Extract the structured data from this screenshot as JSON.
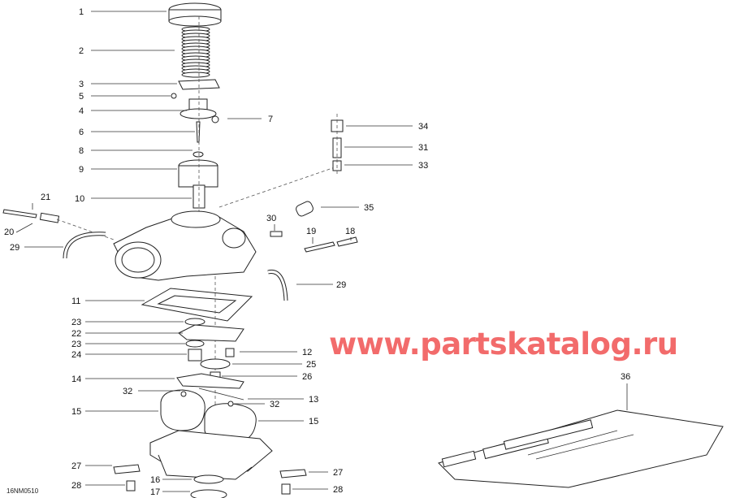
{
  "diagram": {
    "part_labels": [
      "1",
      "2",
      "3",
      "5",
      "4",
      "6",
      "7",
      "8",
      "9",
      "10",
      "34",
      "31",
      "33",
      "35",
      "30",
      "19",
      "18",
      "21",
      "20",
      "29",
      "29",
      "11",
      "23",
      "22",
      "23",
      "24",
      "12",
      "25",
      "26",
      "14",
      "32",
      "13",
      "32",
      "15",
      "15",
      "27",
      "27",
      "28",
      "28",
      "16",
      "17",
      "36"
    ],
    "figure_ref": "16NM0510",
    "watermark": "www.partskatalog.ru",
    "watermark_color": "#f26b6b"
  }
}
